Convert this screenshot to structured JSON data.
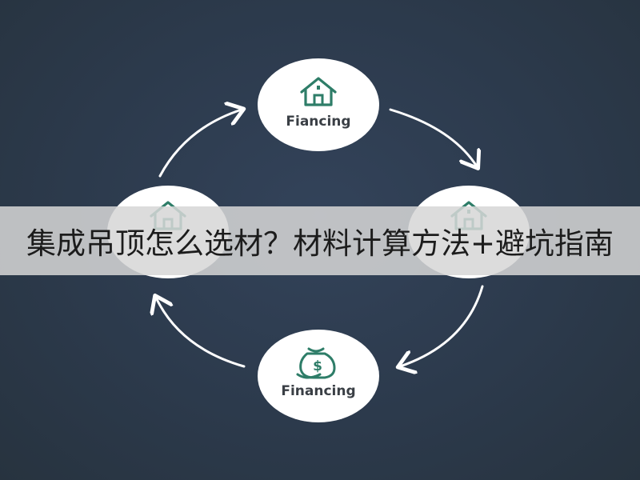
{
  "diagram": {
    "nodes": [
      {
        "id": "top",
        "label": "Fiancing",
        "icon": "house-icon"
      },
      {
        "id": "right",
        "label": "",
        "icon": "house-icon"
      },
      {
        "id": "bottom",
        "label": "Financing",
        "icon": "money-bag-icon"
      },
      {
        "id": "left",
        "label": "",
        "icon": "house-icon"
      }
    ],
    "money_symbol": "$",
    "colors": {
      "background": "#2d3b4d",
      "node_fill": "#ffffff",
      "icon": "#2e7d68",
      "arrow": "#ffffff",
      "label": "#3a3f45"
    }
  },
  "banner": {
    "title": "集成吊顶怎么选材？材料计算方法+避坑指南"
  }
}
